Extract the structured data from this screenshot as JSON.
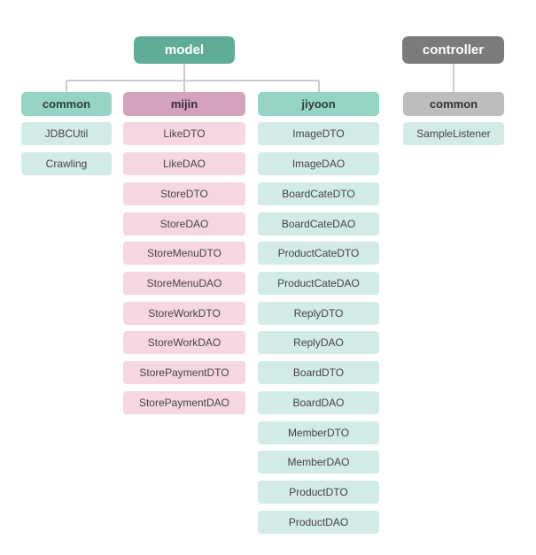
{
  "colors": {
    "model": "#5fad99",
    "controller": "#7b7b7b",
    "package_teal": "#95d3c5",
    "package_pink": "#d4a2bd",
    "package_gray": "#bdbdbd",
    "item_teal": "#d3ebe7",
    "item_pink": "#f7d6e3",
    "connector": "#cccccc"
  },
  "model": {
    "label": "model",
    "packages": {
      "common": {
        "label": "common",
        "items": [
          "JDBCUtil",
          "Crawling"
        ]
      },
      "mijin": {
        "label": "mijin",
        "items": [
          "LikeDTO",
          "LikeDAO",
          "StoreDTO",
          "StoreDAO",
          "StoreMenuDTO",
          "StoreMenuDAO",
          "StoreWorkDTO",
          "StoreWorkDAO",
          "StorePaymentDTO",
          "StorePaymentDAO"
        ]
      },
      "jiyoon": {
        "label": "jiyoon",
        "items": [
          "ImageDTO",
          "ImageDAO",
          "BoardCateDTO",
          "BoardCateDAO",
          "ProductCateDTO",
          "ProductCateDAO",
          "ReplyDTO",
          "ReplyDAO",
          "BoardDTO",
          "BoardDAO",
          "MemberDTO",
          "MemberDAO",
          "ProductDTO",
          "ProductDAO"
        ]
      }
    }
  },
  "controller": {
    "label": "controller",
    "packages": {
      "common": {
        "label": "common",
        "items": [
          "SampleListener"
        ]
      }
    }
  }
}
